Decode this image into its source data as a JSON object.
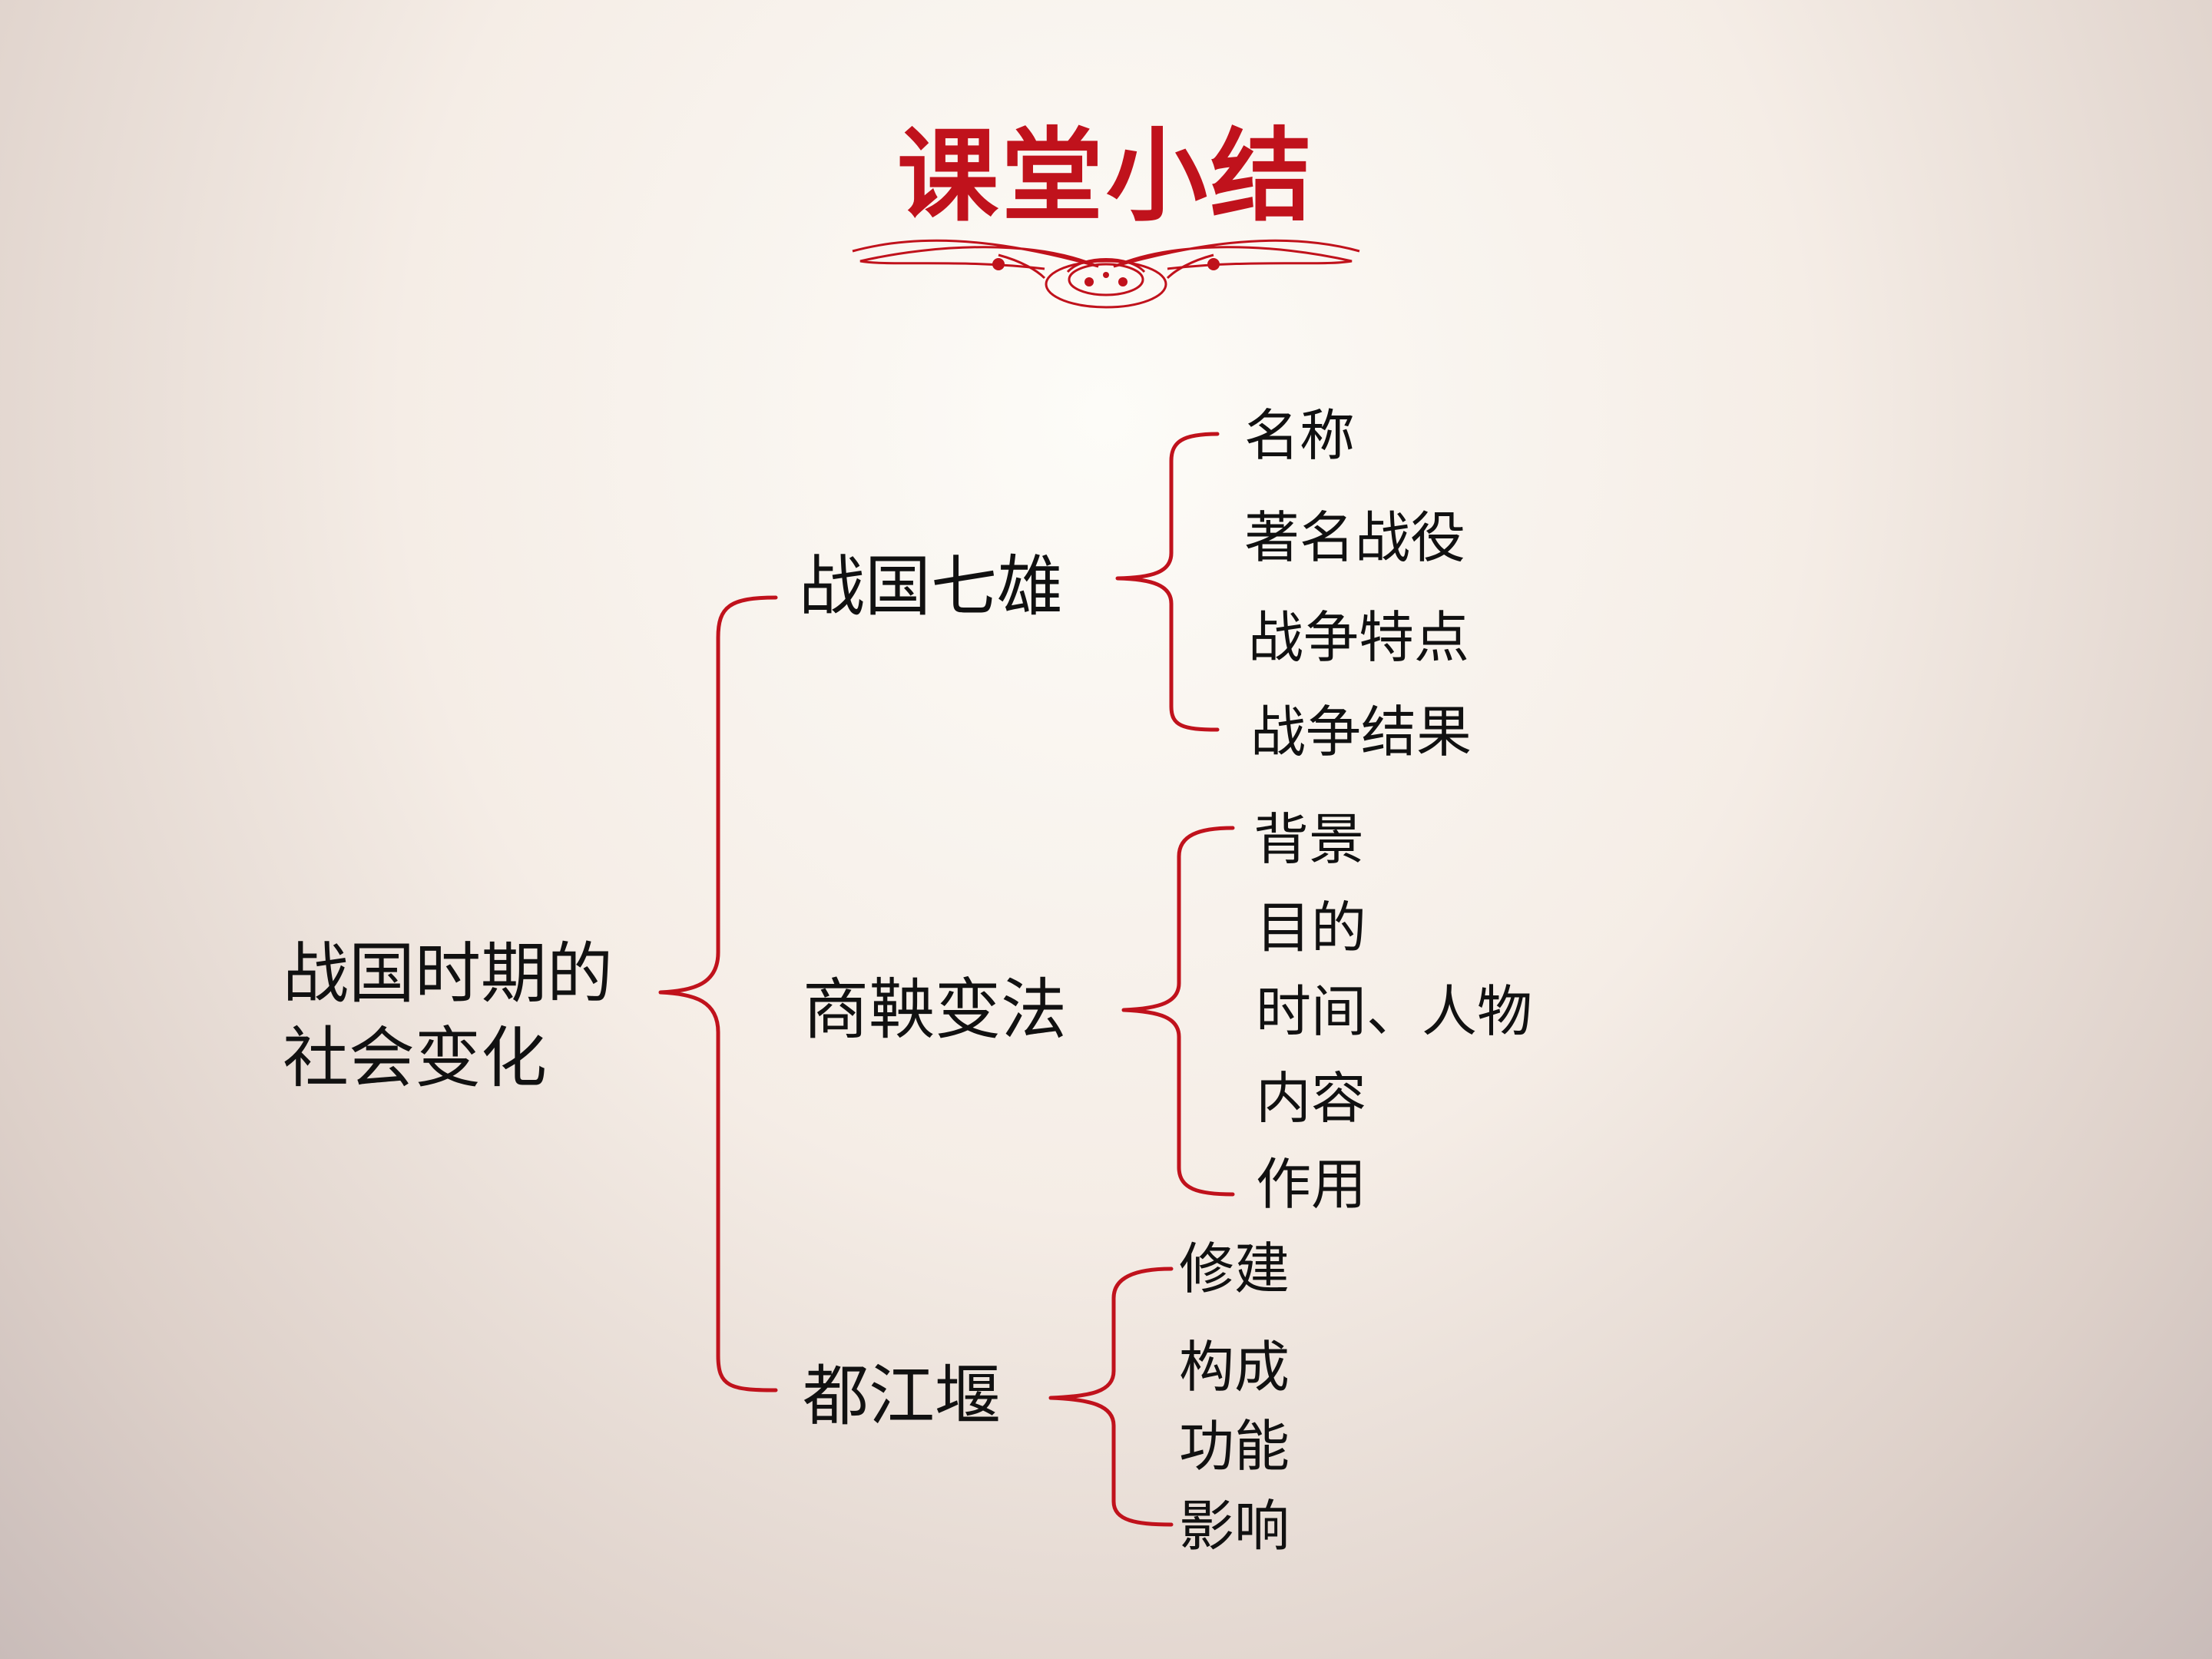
{
  "title": "课堂小结",
  "colors": {
    "accent": "#c0121c",
    "text": "#111111"
  },
  "root": {
    "line1": "战国时期的",
    "line2": "社会变化"
  },
  "branches": [
    {
      "label": "战国七雄",
      "items": [
        "名称",
        "著名战役",
        "战争特点",
        "战争结果"
      ]
    },
    {
      "label": "商鞅变法",
      "items": [
        "背景",
        "目的",
        "时间、人物",
        "内容",
        "作用"
      ]
    },
    {
      "label": "都江堰",
      "items": [
        "修建",
        "构成",
        "功能",
        "影响"
      ]
    }
  ]
}
